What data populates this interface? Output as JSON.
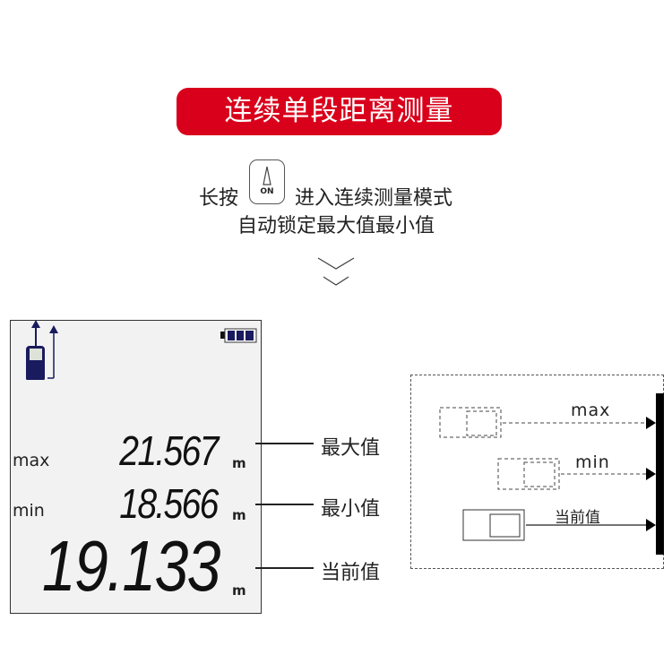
{
  "banner": {
    "title": "连续单段距离测量"
  },
  "instruction": {
    "line1_prefix": "长按",
    "button_label": "ON",
    "line1_suffix": "进入连续测量模式",
    "line2": "自动锁定最大值最小值"
  },
  "lcd": {
    "max_label": "max",
    "max_value": "21.567",
    "min_label": "min",
    "min_value": "18.566",
    "current_value": "19.133",
    "unit": "m",
    "battery_level": 1.0
  },
  "callouts": {
    "max": "最大值",
    "min": "最小值",
    "current": "当前值"
  },
  "diagram": {
    "max": "max",
    "min": "min",
    "current": "当前值"
  }
}
